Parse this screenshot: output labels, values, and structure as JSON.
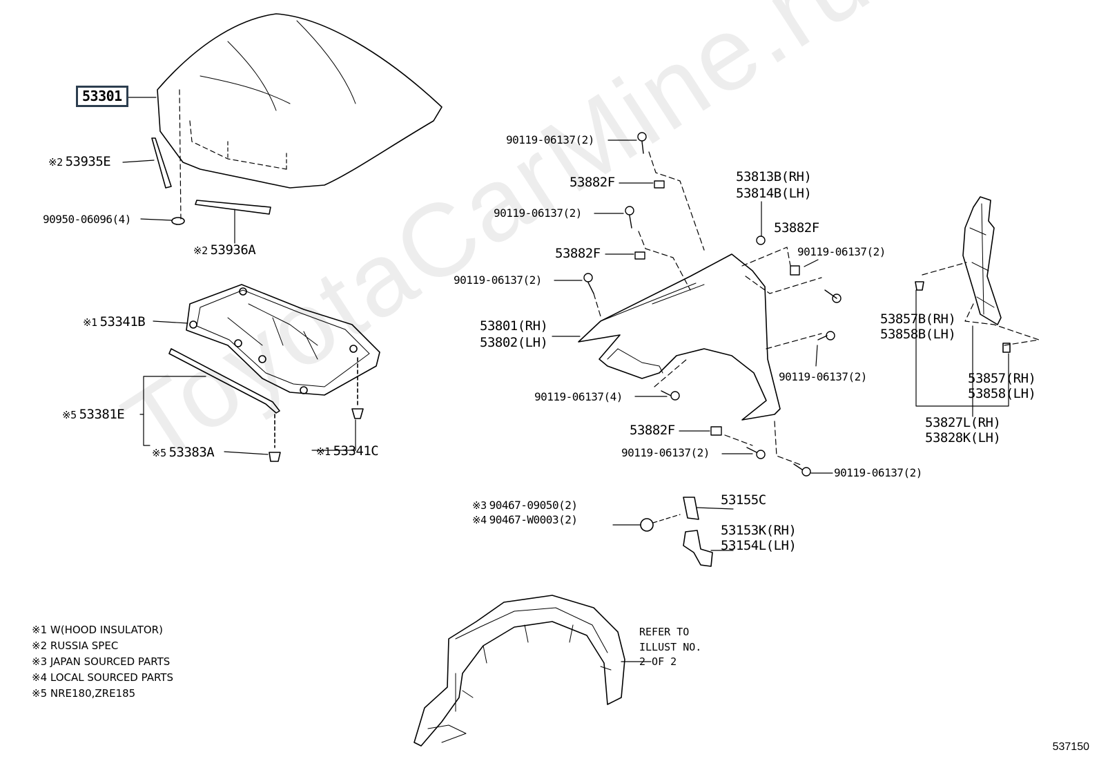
{
  "watermark": "ToyotaCarMine.ru",
  "diagram_ref": "537150",
  "labels": {
    "p53301": "53301",
    "p53935E": "53935E",
    "p53935E_mark": "※2",
    "p90950": "90950-06096(4)",
    "p53936A": "53936A",
    "p53936A_mark": "※2",
    "p53341B": "53341B",
    "p53341B_mark": "※1",
    "p53381E": "53381E",
    "p53381E_mark": "※5",
    "p53383A": "53383A",
    "p53383A_mark": "※5",
    "p53341C": "53341C",
    "p53341C_mark": "※1",
    "b1": "90119-06137(2)",
    "f1": "53882F",
    "b2": "90119-06137(2)",
    "f2": "53882F",
    "b3": "90119-06137(2)",
    "p53813": "53813B(RH)",
    "p53814": "53814B(LH)",
    "f3": "53882F",
    "b4": "90119-06137(2)",
    "p53801": "53801(RH)",
    "p53802": "53802(LH)",
    "b5": "90119-06137(2)",
    "b6": "90119-06137(4)",
    "f4": "53882F",
    "b7": "90119-06137(2)",
    "b8": "90119-06137(2)",
    "p53857B": "53857B(RH)",
    "p53858B": "53858B(LH)",
    "p53857": "53857(RH)",
    "p53858": "53858(LH)",
    "p53827": "53827L(RH)",
    "p53828": "53828K(LH)",
    "c1": "90467-09050(2)",
    "c1_mark": "※3",
    "c2": "90467-W0003(2)",
    "c2_mark": "※4",
    "p53155": "53155C",
    "p53153": "53153K(RH)",
    "p53154": "53154L(LH)"
  },
  "refer": [
    "REFER TO",
    "ILLUST NO.",
    "2 OF 2"
  ],
  "notes": [
    "※1 W(HOOD INSULATOR)",
    "※2 RUSSIA SPEC",
    "※3 JAPAN SOURCED PARTS",
    "※4 LOCAL SOURCED PARTS",
    "※5 NRE180,ZRE185"
  ]
}
